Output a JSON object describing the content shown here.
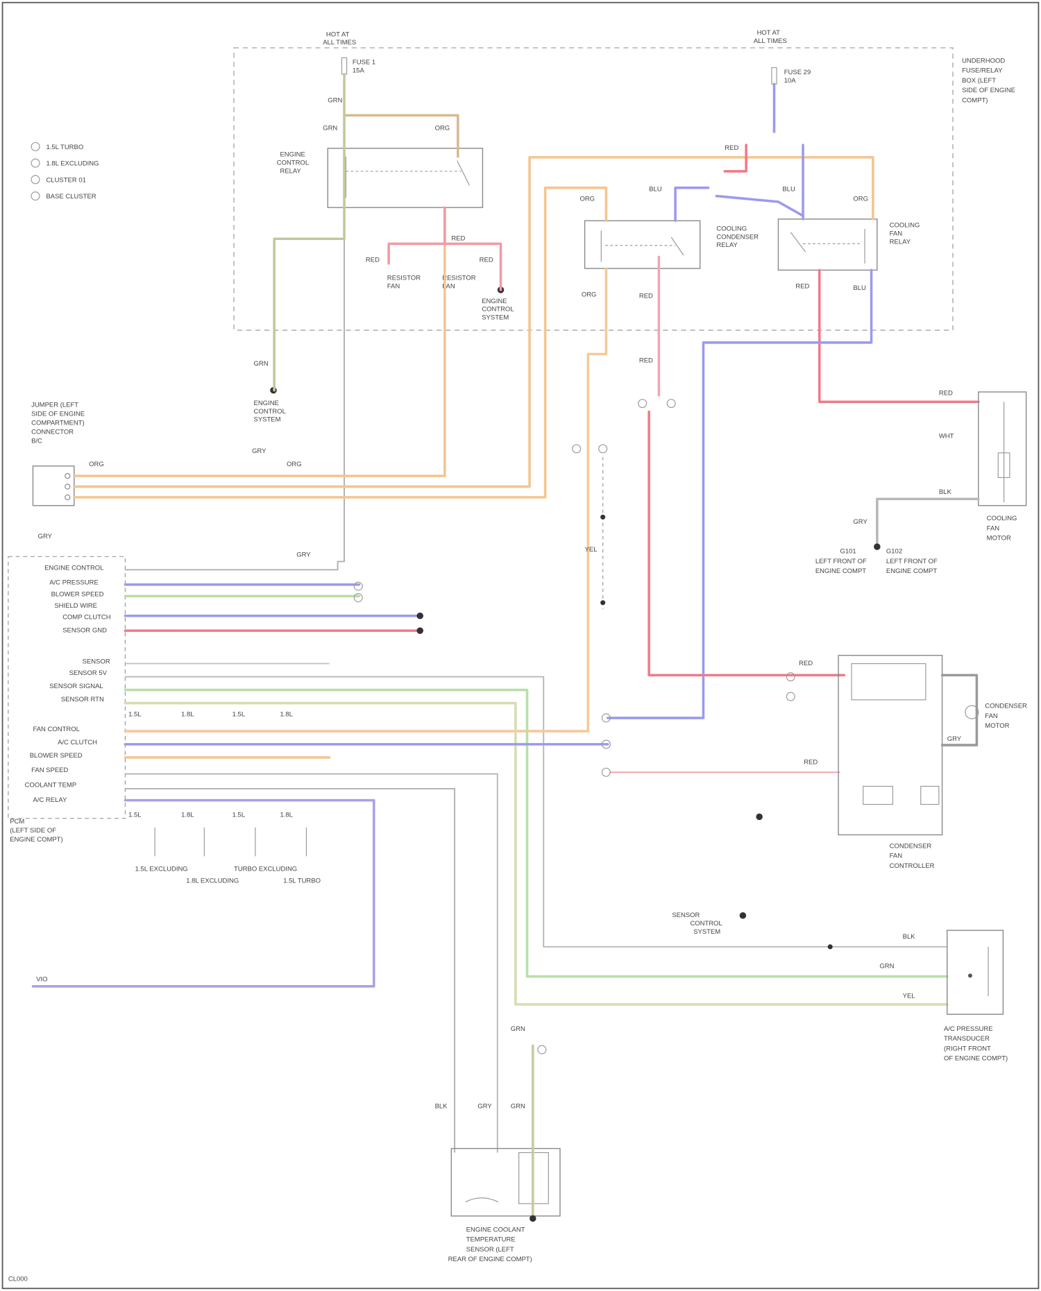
{
  "diagram": {
    "legend": {
      "items": [
        "1.5L TURBO",
        "1.8L EXCLUDING",
        "CLUSTER 01",
        "BASE CLUSTER"
      ]
    },
    "power_sources": {
      "left": [
        "HOT AT",
        "ALL TIMES"
      ],
      "right": [
        "HOT AT",
        "ALL TIMES"
      ]
    },
    "fuse_left": [
      "FUSE 1",
      "15A"
    ],
    "fuse_right": [
      "FUSE 29",
      "10A"
    ],
    "underhood_box": [
      "UNDERHOOD",
      "FUSE/RELAY",
      "BOX (LEFT",
      "SIDE OF ENGINE",
      "COMPT)"
    ],
    "relays": {
      "engine_control": [
        "ENGINE",
        "CONTROL",
        "RELAY"
      ],
      "condenser": [
        "COOLING",
        "CONDENSER",
        "RELAY"
      ],
      "fan_relay": [
        "COOLING",
        "FAN",
        "RELAY"
      ]
    },
    "terminals": [
      "RESISTOR",
      "FAN",
      "RESISTOR",
      "FAN"
    ],
    "ground_labels": [
      "ENGINE",
      "CONTROL",
      "SYSTEM"
    ],
    "connector_left": [
      "JUMPER (LEFT",
      "SIDE OF ENGINE",
      "COMPARTMENT)",
      "CONNECTOR",
      "B/C"
    ],
    "pcm": [
      "PCM",
      "(LEFT SIDE OF",
      "ENGINE COMPT)"
    ],
    "pcm_pins_top": [
      "ENGINE CONTROL",
      "A/C PRESSURE",
      "BLOWER SPEED",
      "SHIELD WIRE",
      "COMP CLUTCH",
      "SENSOR GND"
    ],
    "pcm_pins_bottom": [
      "SENSOR",
      "SENSOR 5V",
      "SENSOR SIGNAL",
      "SENSOR RTN",
      "FAN CONTROL",
      "A/C CLUTCH",
      "BLOWER SPEED",
      "FAN SPEED",
      "COOLANT TEMP",
      "A/C RELAY"
    ],
    "col_headers": [
      "1.5L",
      "1.8L",
      "1.5L",
      "1.8L"
    ],
    "bottom_notes": [
      "1.5L EXCLUDING",
      "1.8L EXCLUDING",
      "TURBO EXCLUDING",
      "1.5L TURBO"
    ],
    "components": {
      "fan_motor": [
        "COOLING",
        "FAN",
        "MOTOR"
      ],
      "condenser_fan": [
        "CONDENSER",
        "FAN",
        "MOTOR"
      ],
      "fan_controller": [
        "CONDENSER",
        "FAN",
        "CONTROLLER"
      ],
      "pressure_sensor": [
        "A/C PRESSURE",
        "TRANSDUCER",
        "(RIGHT FRONT",
        "OF ENGINE COMPT)"
      ],
      "coolant_sensor": [
        "ENGINE COOLANT",
        "TEMPERATURE",
        "SENSOR (LEFT",
        "REAR OF ENGINE COMPT)"
      ],
      "ground_g101": [
        "G101",
        "LEFT FRONT OF",
        "ENGINE COMPT"
      ],
      "ground_g102": [
        "G102",
        "LEFT FRONT OF",
        "ENGINE COMPT"
      ],
      "sensor_wire": [
        "SENSOR",
        "CONTROL",
        "SYSTEM"
      ]
    },
    "wire_labels": [
      "RED",
      "BLU",
      "GRN",
      "ORG",
      "YEL",
      "WHT",
      "GRY",
      "BLK",
      "VIO"
    ],
    "footer": "CL000"
  }
}
